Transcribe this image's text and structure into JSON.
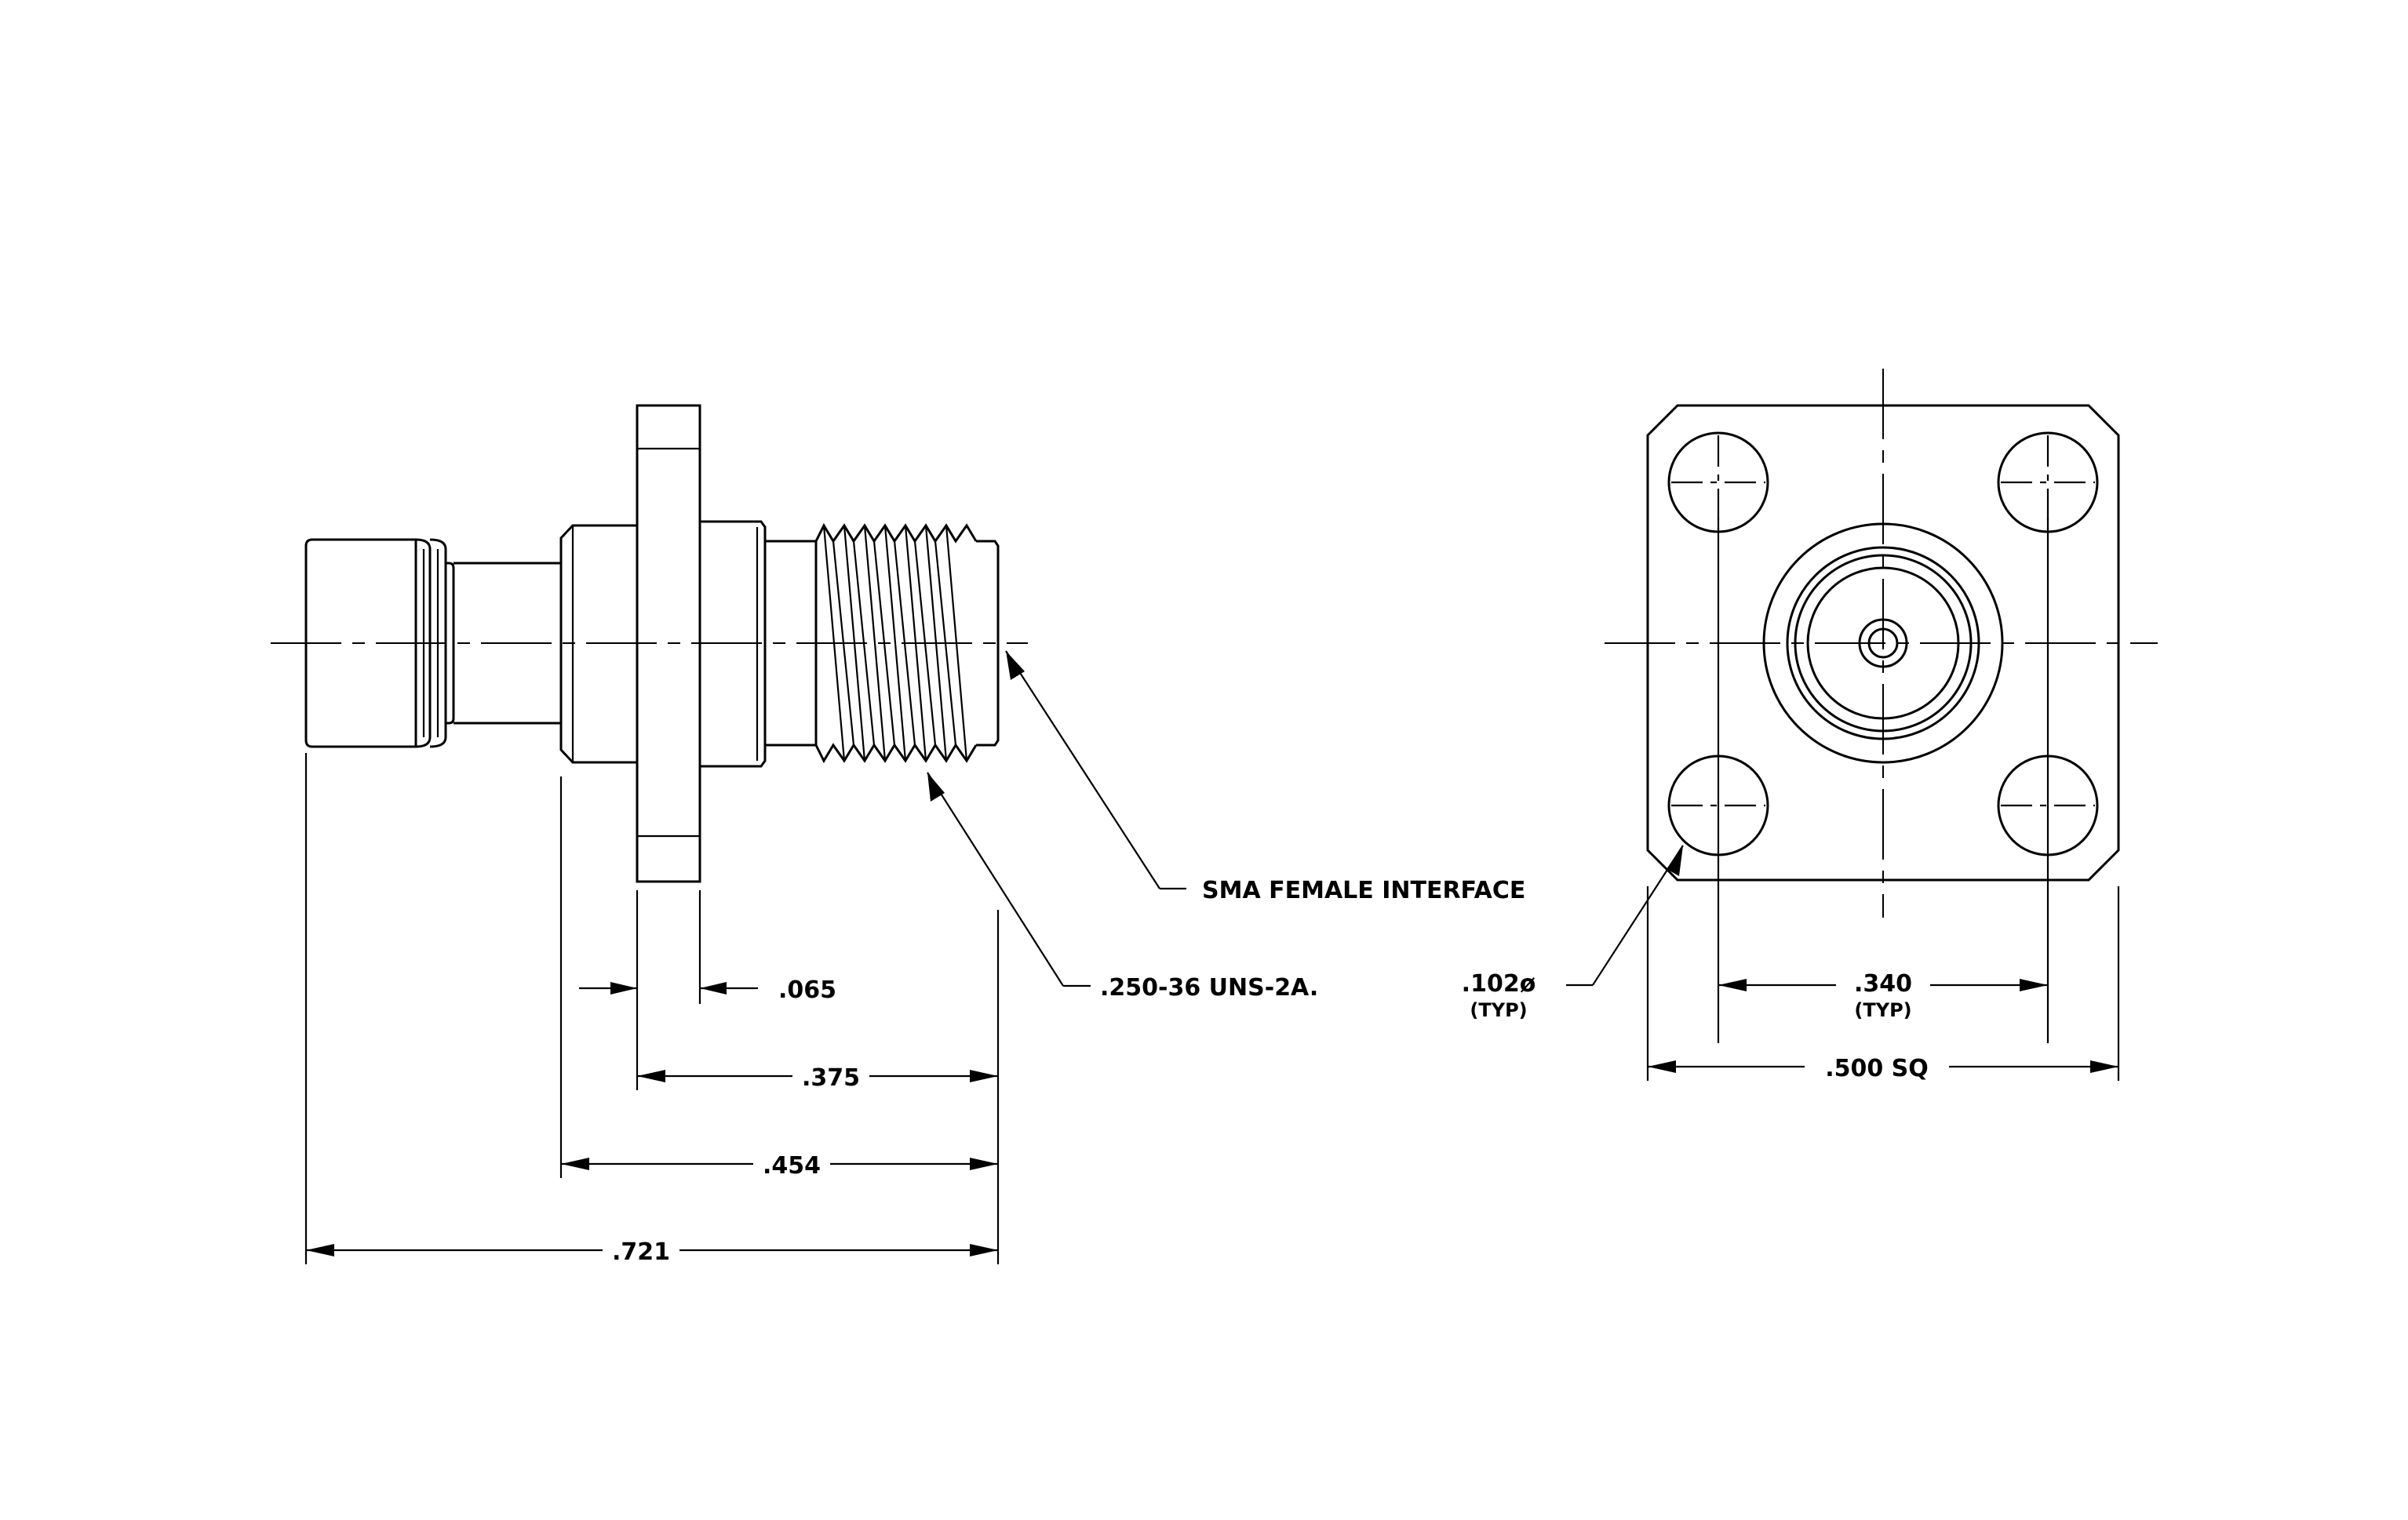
{
  "drawing": {
    "side_view": {
      "dimensions": {
        "d065": ".065",
        "d375": ".375",
        "d454": ".454",
        "d721": ".721"
      },
      "callouts": {
        "thread": ".250-36 UNS-2A.",
        "interface": "SMA FEMALE INTERFACE"
      }
    },
    "front_view": {
      "dimensions": {
        "d340": ".340",
        "d340_note": "(TYP)",
        "d500": ".500 SQ"
      },
      "callouts": {
        "hole": ".102ø",
        "hole_note": "(TYP)"
      }
    }
  }
}
